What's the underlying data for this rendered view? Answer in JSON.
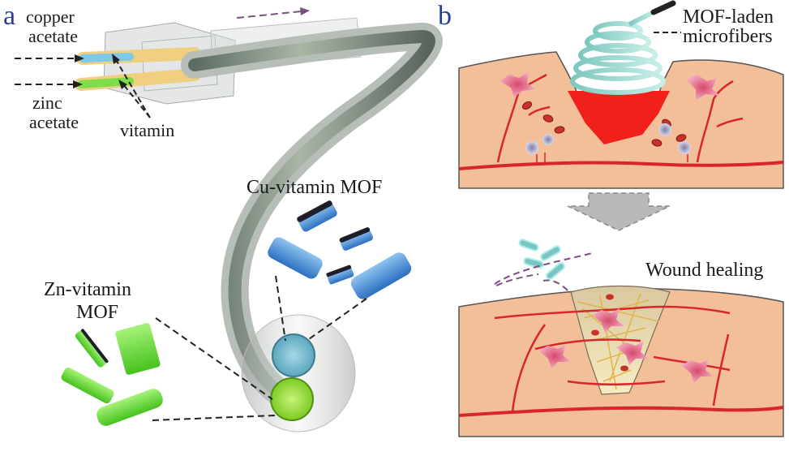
{
  "panel_a": {
    "letter": "a",
    "inputs": {
      "copper_line1": "copper",
      "copper_line2": "acetate",
      "zinc_line1": "zinc",
      "zinc_line2": "acetate",
      "vitamin": "vitamin"
    },
    "cu_mof_label": "Cu-vitamin MOF",
    "zn_mof_line1": "Zn-vitamin",
    "zn_mof_line2": "MOF"
  },
  "panel_b": {
    "letter": "b",
    "fiber_label_line1": "MOF-laden",
    "fiber_label_line2": "microfibers",
    "healing_label": "Wound healing"
  },
  "colors": {
    "skin": "#f3bf98",
    "vessel": "#d8262b",
    "cu_crystal": "#3d7fcf",
    "zn_crystal": "#5fd02f",
    "wound_fill": "#f2201a",
    "arrow_gray": "#b9b9b9"
  }
}
